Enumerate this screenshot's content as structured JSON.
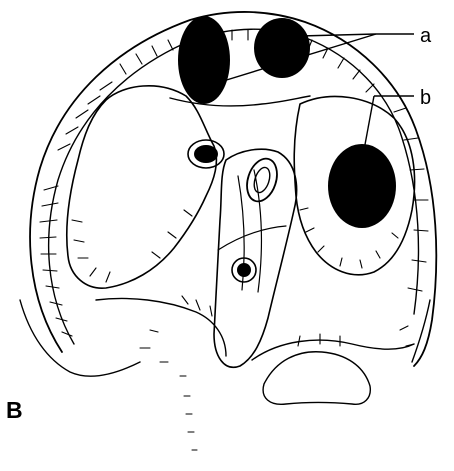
{
  "figure": {
    "panel_label": "B",
    "label_a": "a",
    "label_b": "b"
  },
  "colors": {
    "ink": "#000000",
    "paper": "#ffffff"
  }
}
